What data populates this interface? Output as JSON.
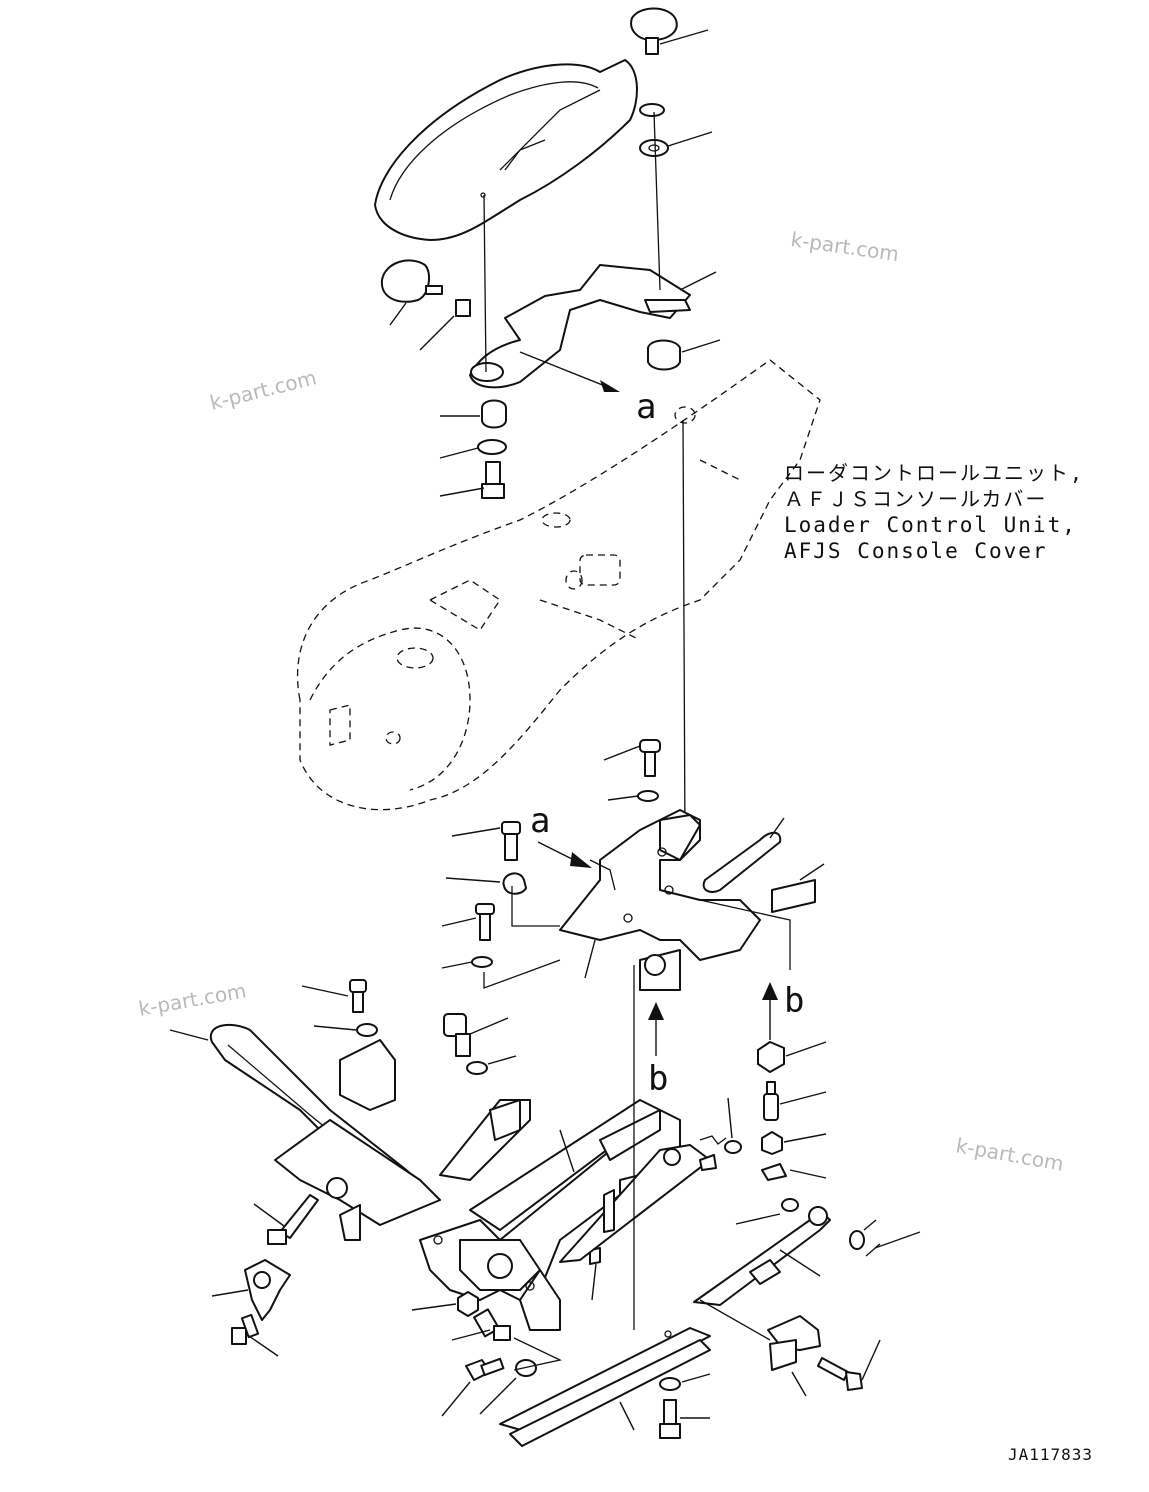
{
  "annotation": {
    "jp_line1": "ローダコントロールユニット,",
    "jp_line2": "ＡＦＪＳコンソールカバー",
    "en_line1": "Loader Control Unit,",
    "en_line2": "AFJS Console Cover"
  },
  "reference_markers": {
    "a_upper": "a",
    "a_lower": "a",
    "b_right": "b",
    "b_lower": "b"
  },
  "watermarks": {
    "wm1": "k-part.com",
    "wm2": "k-part.com",
    "wm3": "k-part.com",
    "wm4": "k-part.com"
  },
  "drawing_code": "JA117833",
  "colors": {
    "line": "#111111",
    "watermark": "#b9b9b9",
    "background": "#ffffff"
  }
}
